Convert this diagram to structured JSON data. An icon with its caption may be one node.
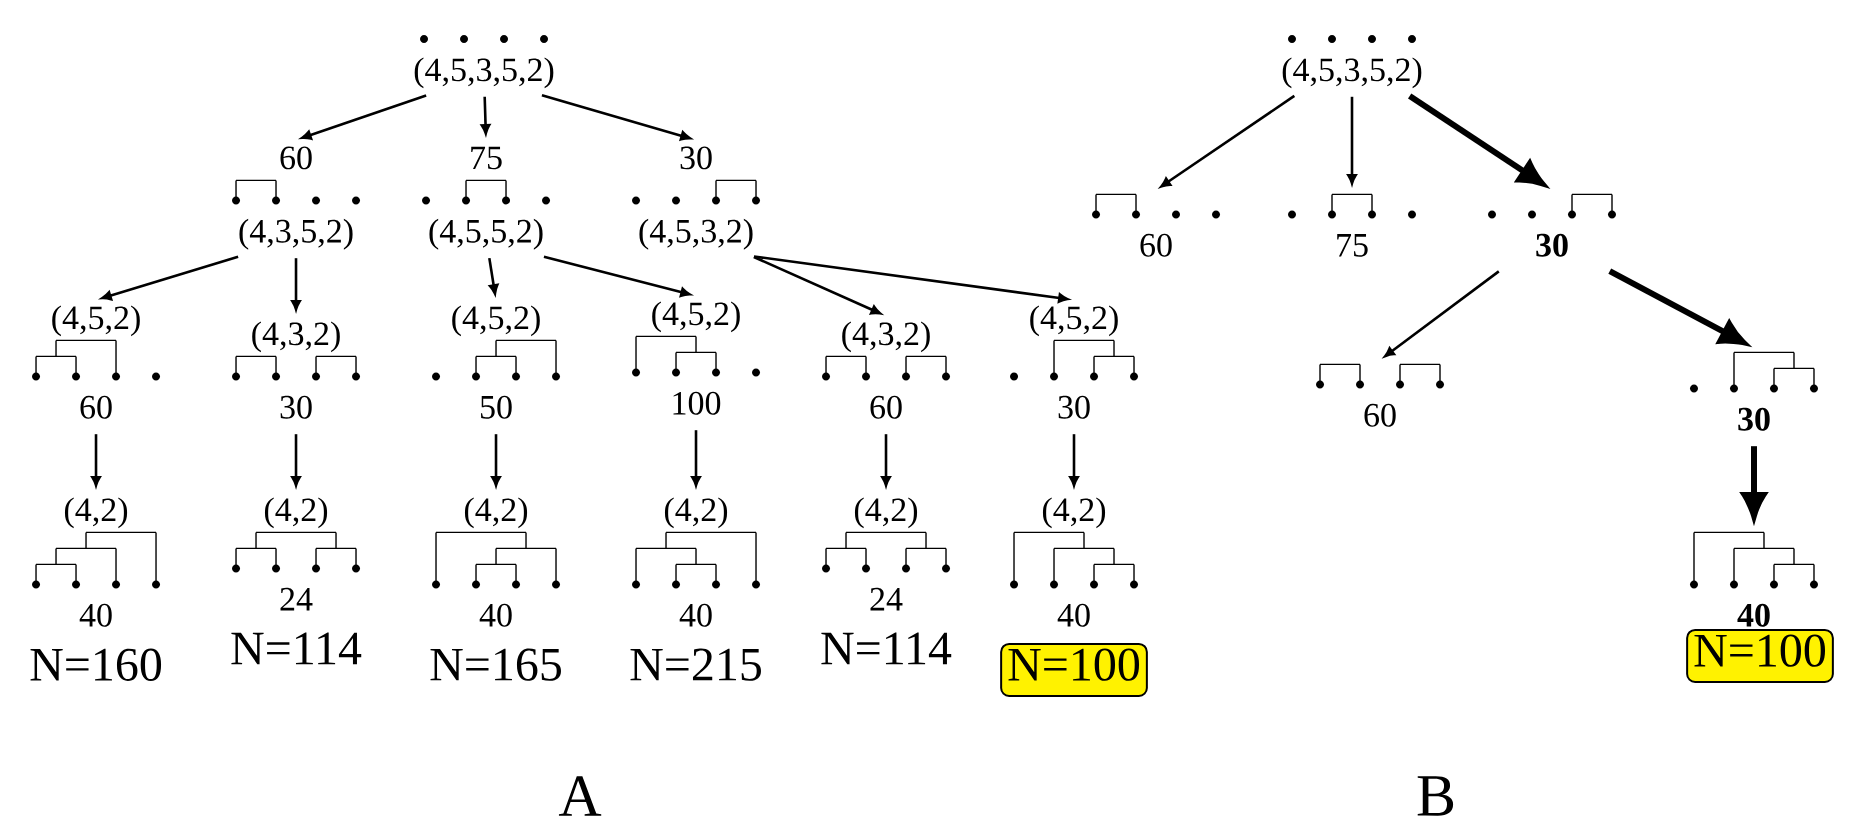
{
  "diagram": {
    "nodes": [
      {
        "text": [
          "(4,5,3,5,2)"
        ]
      },
      {
        "text": [
          "60",
          "(4,3,5,2)"
        ]
      },
      {
        "text": [
          "75",
          "(4,5,5,2)"
        ]
      },
      {
        "text": [
          "30",
          "(4,5,3,2)"
        ]
      },
      {
        "text": [
          "(4,5,2)",
          "60"
        ]
      },
      {
        "text": [
          "(4,3,2)",
          "30"
        ]
      },
      {
        "text": [
          "(4,5,2)",
          "50"
        ]
      },
      {
        "text": [
          "(4,5,2)",
          "100"
        ]
      },
      {
        "text": [
          "(4,3,2)",
          "60"
        ]
      },
      {
        "text": [
          "(4,5,2)",
          "30"
        ]
      },
      {
        "text": [
          "(4,2)",
          "40"
        ],
        "beside": [
          "N=160"
        ]
      },
      {
        "text": [
          "(4,2)",
          "24"
        ],
        "beside": [
          "N=114"
        ]
      },
      {
        "text": [
          "(4,2)",
          "40"
        ],
        "beside": [
          "N=165"
        ]
      },
      {
        "text": [
          "(4,2)",
          "40"
        ],
        "beside": [
          "N=215"
        ]
      },
      {
        "text": [
          "(4,2)",
          "24"
        ],
        "beside": [
          "N=114"
        ]
      },
      {
        "text": [
          "(4,2)",
          "40"
        ]
      },
      {
        "text": [
          "N=100"
        ]
      },
      {
        "text": [
          "(4,5,3,5,2)"
        ]
      },
      {
        "text": [
          "60"
        ]
      },
      {
        "text": [
          "75"
        ]
      },
      {
        "text": [
          "30"
        ]
      },
      {
        "text": [
          "60"
        ]
      },
      {
        "text": [
          "30"
        ]
      },
      {
        "text": [
          "40"
        ]
      },
      {
        "text": [
          "N=100"
        ]
      }
    ],
    "edges": [
      {
        "from": 0,
        "to": 1,
        "arrow": "to"
      },
      {
        "from": 0,
        "to": 2,
        "arrow": "to"
      },
      {
        "from": 0,
        "to": 3,
        "arrow": "to"
      },
      {
        "from": 1,
        "to": 4,
        "arrow": "to"
      },
      {
        "from": 1,
        "to": 5,
        "arrow": "to"
      },
      {
        "from": 2,
        "to": 6,
        "arrow": "to"
      },
      {
        "from": 2,
        "to": 7,
        "arrow": "to"
      },
      {
        "from": 3,
        "to": 8,
        "arrow": "to"
      },
      {
        "from": 3,
        "to": 9,
        "arrow": "to"
      },
      {
        "from": 4,
        "to": 10,
        "arrow": "to"
      },
      {
        "from": 5,
        "to": 11,
        "arrow": "to"
      },
      {
        "from": 6,
        "to": 12,
        "arrow": "to"
      },
      {
        "from": 7,
        "to": 13,
        "arrow": "to"
      },
      {
        "from": 8,
        "to": 14,
        "arrow": "to"
      },
      {
        "from": 9,
        "to": 15,
        "arrow": "to"
      },
      {
        "from": 17,
        "to": 18,
        "arrow": "to"
      },
      {
        "from": 17,
        "to": 19,
        "arrow": "to"
      },
      {
        "from": 17,
        "to": 20,
        "arrow": "to",
        "style": "thick"
      },
      {
        "from": 20,
        "to": 21,
        "arrow": "to"
      },
      {
        "from": 20,
        "to": 22,
        "arrow": "to",
        "style": "thick"
      },
      {
        "from": 22,
        "to": 23,
        "arrow": "to",
        "style": "thick"
      }
    ],
    "labels": [
      "A",
      "B"
    ]
  }
}
